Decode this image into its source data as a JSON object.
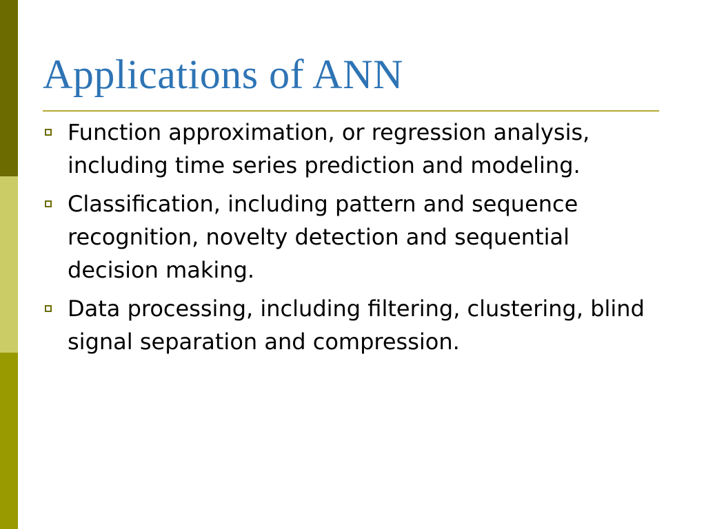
{
  "slide": {
    "title": "Applications of ANN",
    "bullets": [
      {
        "text": "Function approximation, or regression analysis, including time series prediction and modeling."
      },
      {
        "text": "Classification, including pattern and sequence recognition, novelty detection and sequential decision making."
      },
      {
        "text": "Data processing, including filtering, clustering, blind signal separation and compression."
      }
    ]
  },
  "colors": {
    "title": "#2e74b5",
    "rule": "#b5a830",
    "bullet_marker": "#6b6b00",
    "sidebar_top": "#6b6b00",
    "sidebar_mid": "#cccc66",
    "sidebar_bottom": "#999900",
    "text": "#000000",
    "background": "#ffffff"
  }
}
